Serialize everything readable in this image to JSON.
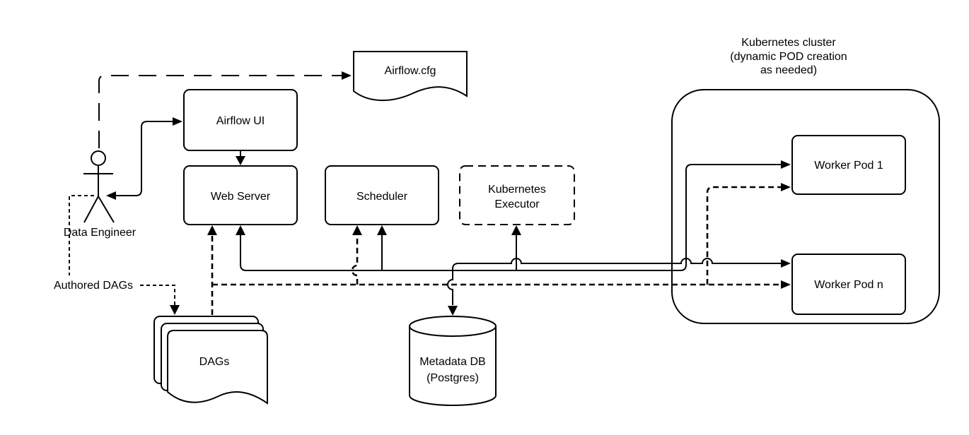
{
  "nodes": {
    "data_engineer": {
      "label": "Data Engineer"
    },
    "authored_dags": {
      "label": "Authored DAGs"
    },
    "airflow_cfg": {
      "label": "Airflow.cfg"
    },
    "airflow_ui": {
      "label": "Airflow UI"
    },
    "web_server": {
      "label": "Web Server"
    },
    "scheduler": {
      "label": "Scheduler"
    },
    "kubernetes_executor": {
      "line1": "Kubernetes",
      "line2": "Executor"
    },
    "dags": {
      "label": "DAGs"
    },
    "metadata_db": {
      "line1": "Metadata DB",
      "line2": "(Postgres)"
    },
    "kubernetes_cluster": {
      "line1": "Kubernetes cluster",
      "line2": "(dynamic POD creation",
      "line3": "as needed)"
    },
    "worker_pod_1": {
      "label": "Worker Pod 1"
    },
    "worker_pod_n": {
      "label": "Worker Pod n"
    }
  },
  "colors": {
    "line": "#000000",
    "node_fill": "#ffffff",
    "background": "#ffffff"
  }
}
